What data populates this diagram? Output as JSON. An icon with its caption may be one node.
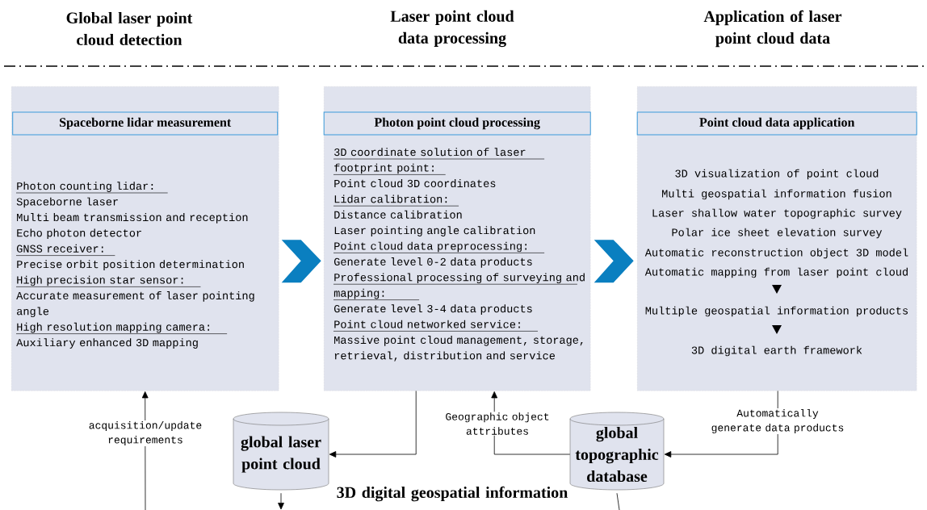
{
  "diagram": {
    "nodes": [
      {
        "text": [
          "Photon counting lidar:",
          "Spaceborne laser",
          "Multi beam transmission and reception",
          "Echo photon detector",
          "GNSS receiver:",
          "Precise orbit position determination",
          "High precision star sensor:",
          "Accurate measurement of laser pointing angle",
          "High resolution mapping camera:",
          "Auxiliary enhanced 3D mapping"
        ]
      },
      {
        "text": [
          "Spaceborne lidar measurement"
        ],
        "in": 0
      },
      {
        "text": [
          "3D coordinate solution of laser footprint point:",
          "Point cloud 3D coordinates",
          "Lidar calibration:",
          "Distance calibration",
          "Laser pointing angle calibration",
          "Point cloud data preprocessing:",
          "Generate level 0-2 data products",
          "Professional processing of surveying and mapping:",
          "Generate level 3-4 data products",
          "Point cloud networked service:",
          "Massive point cloud management, storage, retrieval, distribution and service"
        ]
      },
      {
        "text": [
          "Photon point cloud processing"
        ],
        "in": 2
      },
      {
        "text": [
          "3D visualization of point cloud",
          "Multi geospatial information fusion",
          "Laser shallow water topographic survey",
          "Polar ice sheet elevation survey",
          "Automatic reconstruction object 3D model",
          "Automatic mapping from laser point cloud",
          "Multiple geospatial information products",
          "3D digital earth framework"
        ]
      },
      {
        "text": [
          "Point cloud data application"
        ],
        "in": 4
      },
      {
        "text": [
          "global laser point cloud"
        ]
      },
      {
        "text": [
          "global topographic database"
        ]
      }
    ],
    "edges": [
      {
        "from": 0,
        "to": 2,
        "arrow": "to"
      },
      {
        "from": 2,
        "to": 4,
        "arrow": "to"
      },
      {
        "from": null,
        "to": 0,
        "arrow": "to",
        "label": "acquisition/update requirements"
      },
      {
        "from": 2,
        "to": 6,
        "arrow": "to"
      },
      {
        "from": 6,
        "to": null,
        "arrow": "to"
      },
      {
        "from": 7,
        "to": 2,
        "arrow": "to",
        "label": "Geographic object attributes"
      },
      {
        "from": 4,
        "to": 7,
        "arrow": "to",
        "label": "Automatically generate data products"
      },
      {
        "from": 7,
        "to": null,
        "arrow": "none"
      }
    ],
    "labels": [
      "Global laser point cloud detection",
      "Laser point cloud data processing",
      "Application of laser point cloud data",
      "3D digital geospatial information"
    ]
  }
}
